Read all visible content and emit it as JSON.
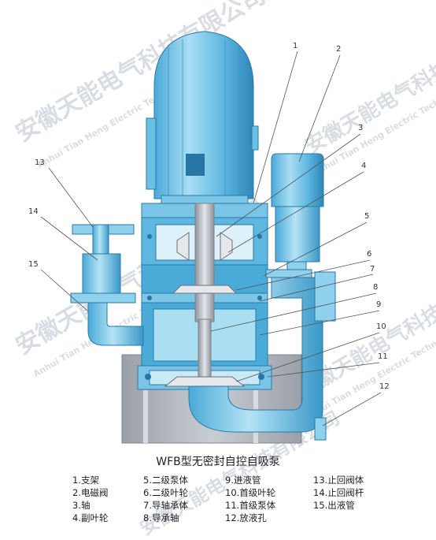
{
  "watermark": {
    "cn": "安徽天能电气科技有限公司",
    "en": "Anhui Tian Heng Electric Technology Co.,"
  },
  "title": "WFB型无密封自控自吸泵",
  "callouts": [
    "1",
    "2",
    "3",
    "4",
    "5",
    "6",
    "7",
    "8",
    "9",
    "10",
    "11",
    "12",
    "13",
    "14",
    "15"
  ],
  "legend": {
    "col1": [
      "1.支架",
      "2.电磁阀",
      "3.轴",
      "4.副叶轮"
    ],
    "col2": [
      "5.二级泵体",
      "6.二级叶轮",
      "7.导轴承体",
      "8.导承轴"
    ],
    "col3": [
      "9.进液管",
      "10.首级叶轮",
      "11.首级泵体",
      "12.放液孔"
    ],
    "col4": [
      "13.止回阀体",
      "14.止回阀杆",
      "15.出液管"
    ]
  },
  "colors": {
    "pump_light": "#8fd0ec",
    "pump_mid": "#4aaad8",
    "pump_dark": "#2f86b8",
    "base_gray": "#a8adb5",
    "shaft_gray": "#b9bec6"
  }
}
